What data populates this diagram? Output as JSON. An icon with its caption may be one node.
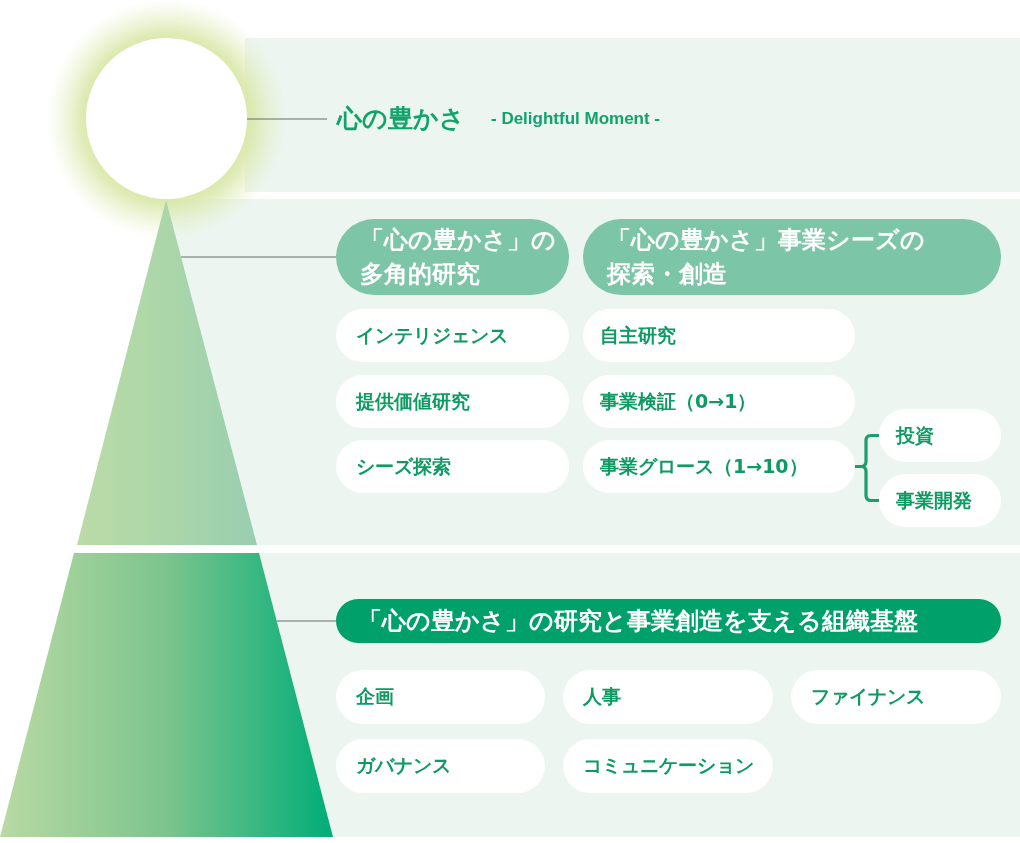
{
  "diagram": {
    "nodes": [
      {
        "text": [],
        "shape": "box"
      },
      {
        "text": [],
        "shape": "circle"
      },
      {
        "text": [
          "心の豊かさ",
          "- Delightful Moment -"
        ],
        "in": 0
      },
      {
        "text": [],
        "shape": "box"
      },
      {
        "text": [],
        "shape": "triangle"
      },
      {
        "text": [
          "「心の豊かさ」の多角的研究"
        ],
        "in": 3
      },
      {
        "text": [
          "「心の豊かさ」事業シーズの探索・創造"
        ],
        "in": 3
      },
      {
        "text": [
          "インテリジェンス"
        ],
        "in": 3
      },
      {
        "text": [
          "自主研究"
        ],
        "in": 3
      },
      {
        "text": [
          "提供価値研究"
        ],
        "in": 3
      },
      {
        "text": [
          "事業検証（0→1）"
        ],
        "in": 3
      },
      {
        "text": [
          "シーズ探索"
        ],
        "in": 3
      },
      {
        "text": [
          "事業グロース（1→10）"
        ],
        "in": 3
      },
      {
        "text": [
          "投資"
        ],
        "in": 3
      },
      {
        "text": [
          "事業開発"
        ],
        "in": 3
      },
      {
        "text": [],
        "shape": "box"
      },
      {
        "text": [],
        "shape": "trapezoid"
      },
      {
        "text": [
          "「心の豊かさ」の研究と事業創造を支える組織基盤"
        ],
        "in": 15
      },
      {
        "text": [
          "企画"
        ],
        "in": 15
      },
      {
        "text": [
          "人事"
        ],
        "in": 15
      },
      {
        "text": [
          "ファイナンス"
        ],
        "in": 15
      },
      {
        "text": [
          "ガバナンス"
        ],
        "in": 15
      },
      {
        "text": [
          "コミュニケーション"
        ],
        "in": 15
      }
    ],
    "edges": [
      {
        "from": 1,
        "to": 2,
        "arrow": "none"
      },
      {
        "from": 4,
        "to": 5,
        "arrow": "none"
      },
      {
        "from": 12,
        "to": 13,
        "arrow": "none",
        "style": "thick",
        "color": "#1a9f6c"
      },
      {
        "from": 12,
        "to": 14,
        "arrow": "none",
        "style": "thick",
        "color": "#1a9f6c"
      },
      {
        "from": 16,
        "to": 17,
        "arrow": "none"
      }
    ]
  }
}
